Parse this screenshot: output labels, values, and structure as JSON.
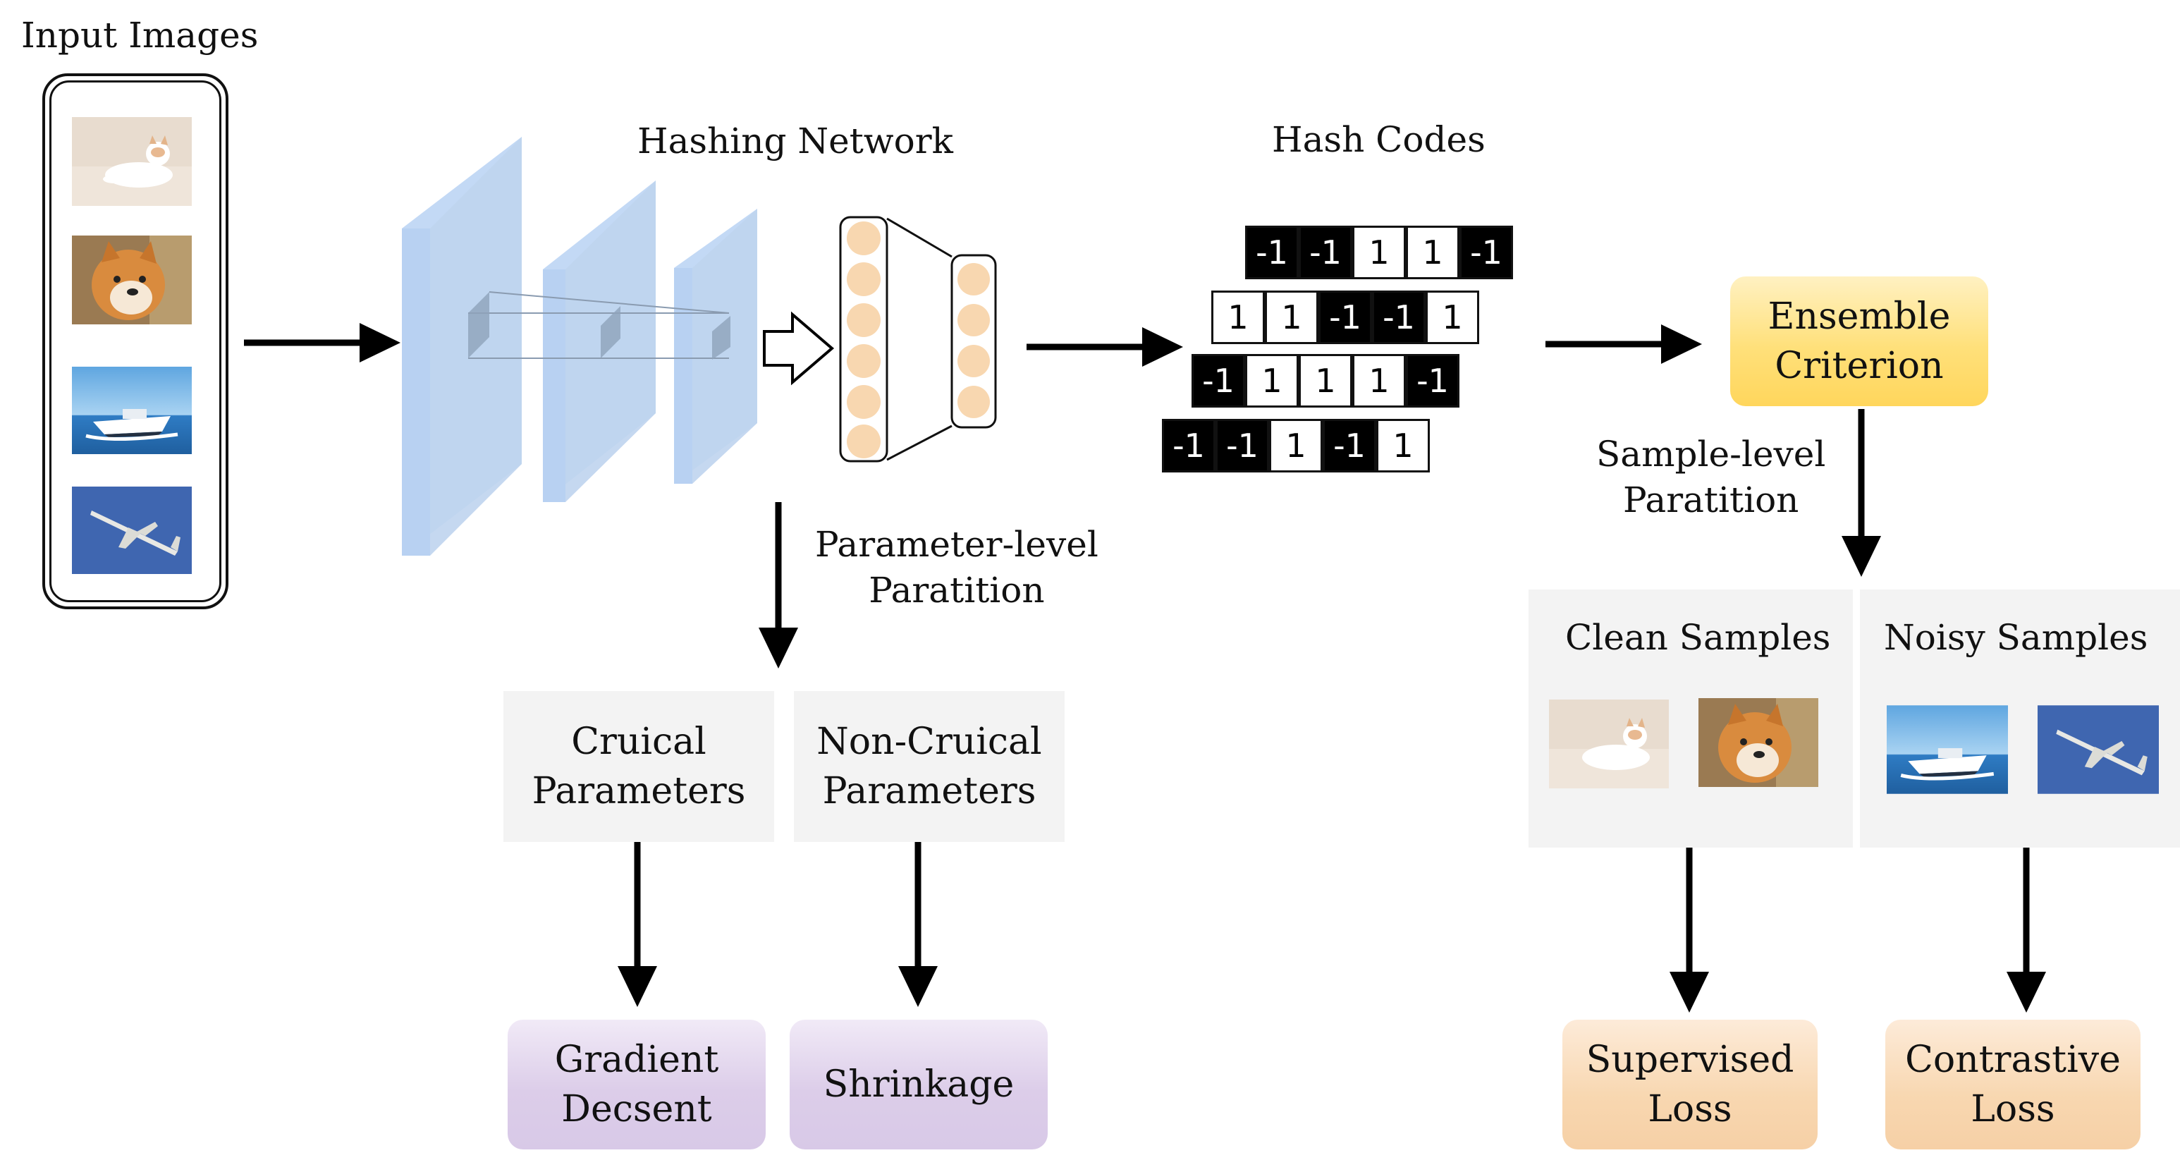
{
  "labels": {
    "input_images": "Input Images",
    "hashing_network": "Hashing Network",
    "hash_codes": "Hash Codes",
    "parameter_level": "Parameter-level\nParatition",
    "sample_level": "Sample-level\nParatition"
  },
  "boxes": {
    "crucial": "Cruical\nParameters",
    "non_crucial": "Non-Cruical\nParameters",
    "gradient": "Gradient\nDecsent",
    "shrinkage": "Shrinkage",
    "ensemble": "Ensemble\nCriterion",
    "clean": "Clean Samples",
    "noisy": "Noisy Samples",
    "supervised": "Supervised\nLoss",
    "contrastive": "Contrastive\nLoss"
  },
  "hash_rows": [
    [
      "-1",
      "-1",
      "1",
      "1",
      "-1"
    ],
    [
      "1",
      "1",
      "-1",
      "-1",
      "1"
    ],
    [
      "-1",
      "1",
      "1",
      "1",
      "-1"
    ],
    [
      "-1",
      "-1",
      "1",
      "-1",
      "1"
    ]
  ],
  "images": [
    "cat",
    "shiba-dog",
    "speedboat",
    "airplane"
  ],
  "colors": {
    "conv_layer": "#c6dbf6",
    "neuron": "#f8d7b0",
    "purple_box": "#dccde9",
    "orange_box": "#f8d7b0",
    "yellow_box": "#ffe07a",
    "gray_panel": "#f3f3f3"
  }
}
